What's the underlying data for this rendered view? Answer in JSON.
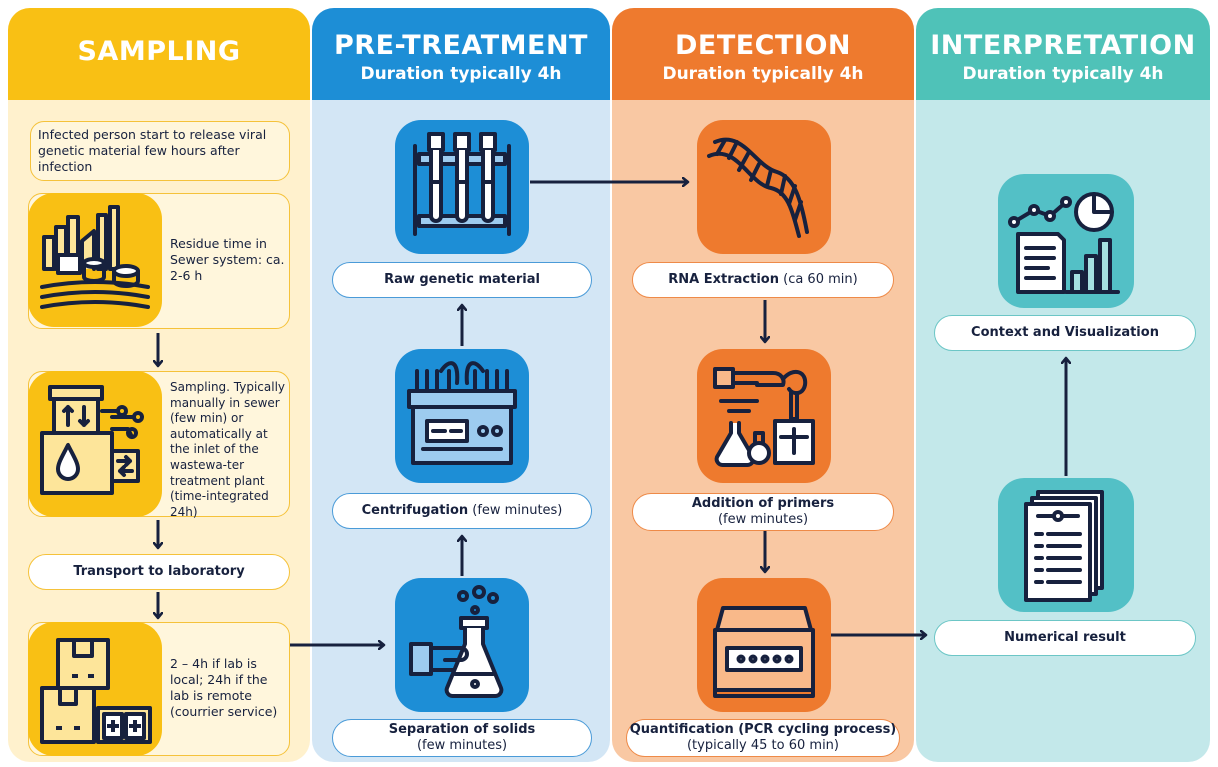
{
  "columns": {
    "sampling": {
      "title": "SAMPLING",
      "subtitle": ""
    },
    "pretreatment": {
      "title": "PRE-TREATMENT",
      "subtitle": "Duration typically 4h"
    },
    "detection": {
      "title": "DETECTION",
      "subtitle": "Duration typically 4h"
    },
    "interpretation": {
      "title": "INTERPRETATION",
      "subtitle": "Duration typically 4h"
    }
  },
  "sampling": {
    "intro": "Infected person start to release viral genetic material few hours after infection",
    "sewer_note": "Residue time in Sewer system: ca. 2-6 h",
    "sampling_note": "Sampling. Typically manually in sewer (few min) or automatically at the inlet of the wastewa-ter treatment plant (time-integrated 24h)",
    "transport_label": "Transport to laboratory",
    "transport_note": "2 – 4h if lab is local; 24h if the lab is remote (courrier service)"
  },
  "pretreatment": {
    "raw_label": "Raw genetic material",
    "centrifugation_label": "Centrifugation",
    "centrifugation_duration": " (few minutes)",
    "separation_label": "Separation of solids",
    "separation_duration": "(few minutes)"
  },
  "detection": {
    "rna_label": "RNA Extraction",
    "rna_duration": " (ca 60 min)",
    "primers_label": "Addition of primers",
    "primers_duration": "(few minutes)",
    "quant_label": "Quantification (PCR cycling process)",
    "quant_duration": "(typically 45 to 60 min)"
  },
  "interpretation": {
    "context_label": "Context and Visualization",
    "numerical_label": "Numerical result"
  },
  "icons": {
    "sewer": "sewer-system-icon",
    "sampler": "sampling-device-icon",
    "boxes": "transport-boxes-icon",
    "tubes": "test-tubes-icon",
    "centrifuge": "centrifuge-icon",
    "flask": "flask-hand-icon",
    "dna": "dna-strand-icon",
    "primers": "pipette-beaker-icon",
    "pcr": "pcr-machine-icon",
    "chart": "chart-report-icon",
    "report": "document-report-icon"
  },
  "colors": {
    "sampling": "#f9c014",
    "pretreatment": "#1d8ed6",
    "detection": "#ee7a2e",
    "interpretation": "#4fc2b8",
    "ink": "#17213e"
  }
}
